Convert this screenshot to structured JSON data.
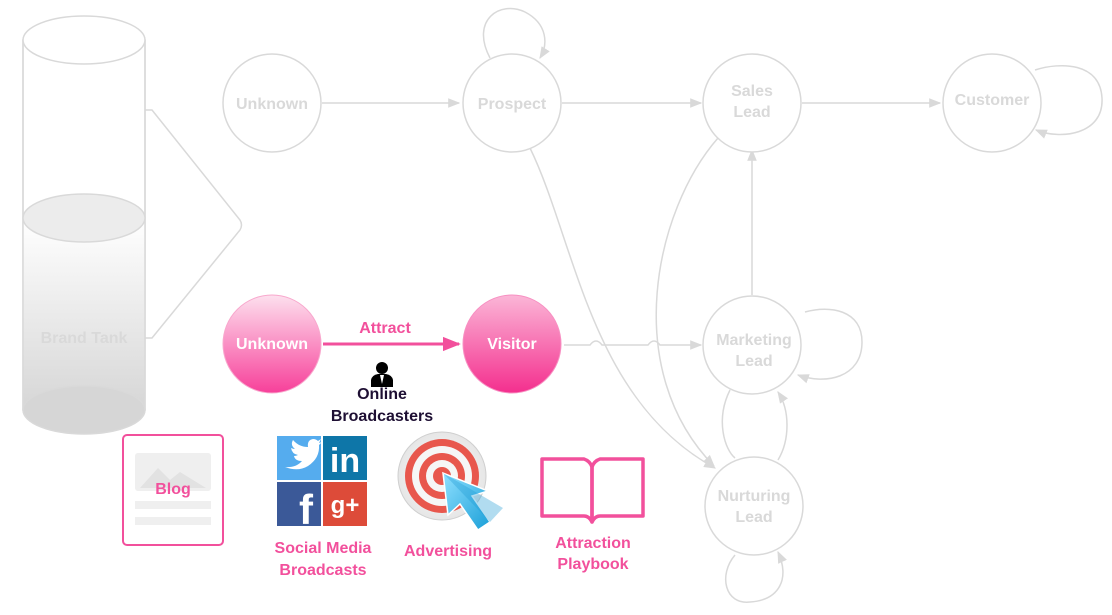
{
  "diagram": {
    "tank_label": "Brand Tank",
    "nodes": {
      "unknown_top": "Unknown",
      "prospect": "Prospect",
      "sales_lead_line1": "Sales",
      "sales_lead_line2": "Lead",
      "customer": "Customer",
      "marketing_lead_line1": "Marketing",
      "marketing_lead_line2": "Lead",
      "nurturing_lead_line1": "Nurturing",
      "nurturing_lead_line2": "Lead",
      "unknown_active": "Unknown",
      "visitor": "Visitor"
    },
    "edge_attract": "Attract",
    "broadcasters_line1": "Online",
    "broadcasters_line2": "Broadcasters",
    "tools": {
      "blog": "Blog",
      "social_line1": "Social Media",
      "social_line2": "Broadcasts",
      "advertising": "Advertising",
      "playbook_line1": "Attraction",
      "playbook_line2": "Playbook"
    },
    "social_icons": {
      "linkedin": "in",
      "facebook": "f",
      "googleplus": "g+"
    }
  },
  "colors": {
    "accent_pink": "#f2509c",
    "ghost_gray": "#d9d9d9",
    "twitter": "#55acee",
    "linkedin": "#0e76a8",
    "facebook": "#3b5998",
    "googleplus": "#dd4b39",
    "cursor_blue": "#29b6e8"
  }
}
